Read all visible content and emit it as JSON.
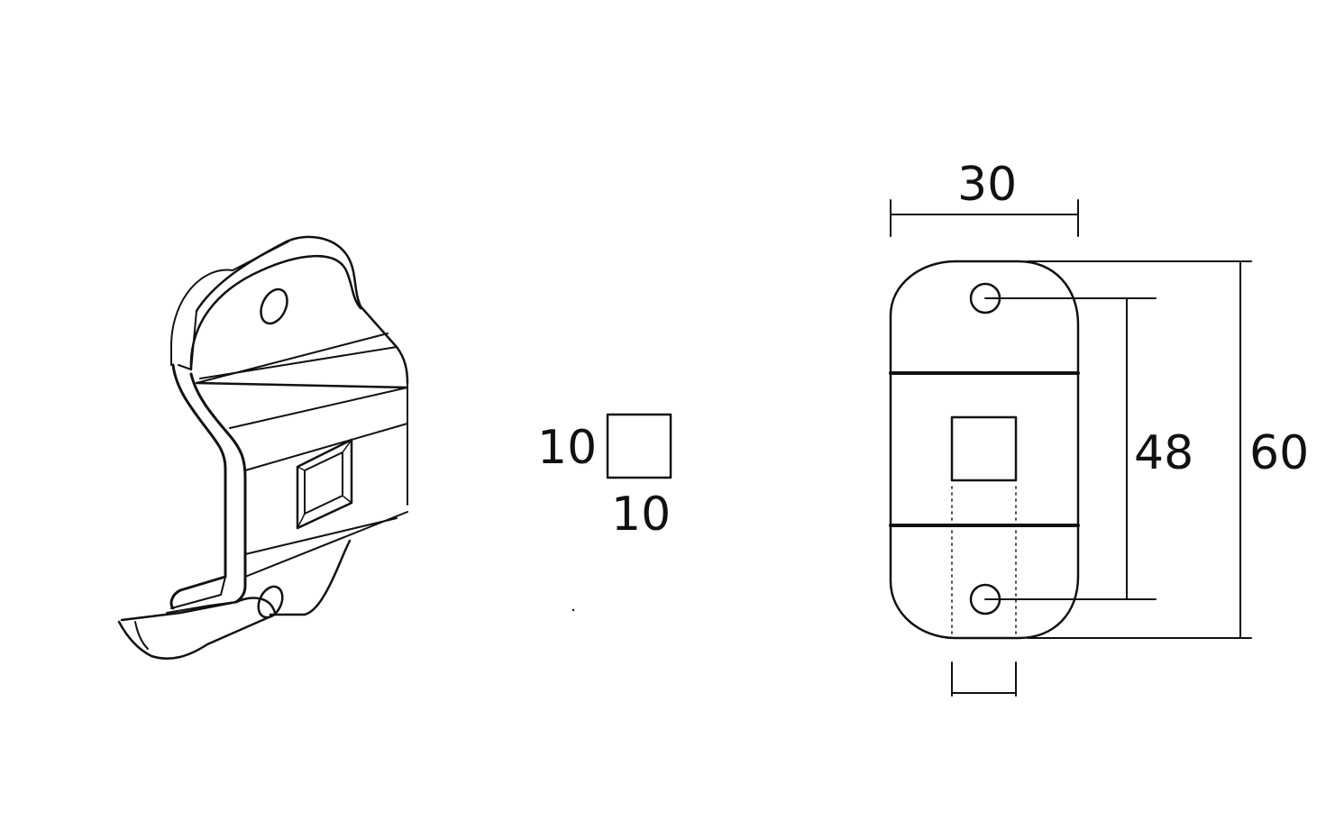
{
  "views": {
    "isometric": {
      "name": "bracket-isometric-view"
    },
    "square_hole_detail": {
      "width_label": "10",
      "height_label": "10"
    },
    "front_view": {
      "width_label": "30",
      "hole_spacing_label": "48",
      "overall_height_label": "60"
    }
  },
  "colors": {
    "ink": "#111111",
    "background": "#ffffff"
  }
}
